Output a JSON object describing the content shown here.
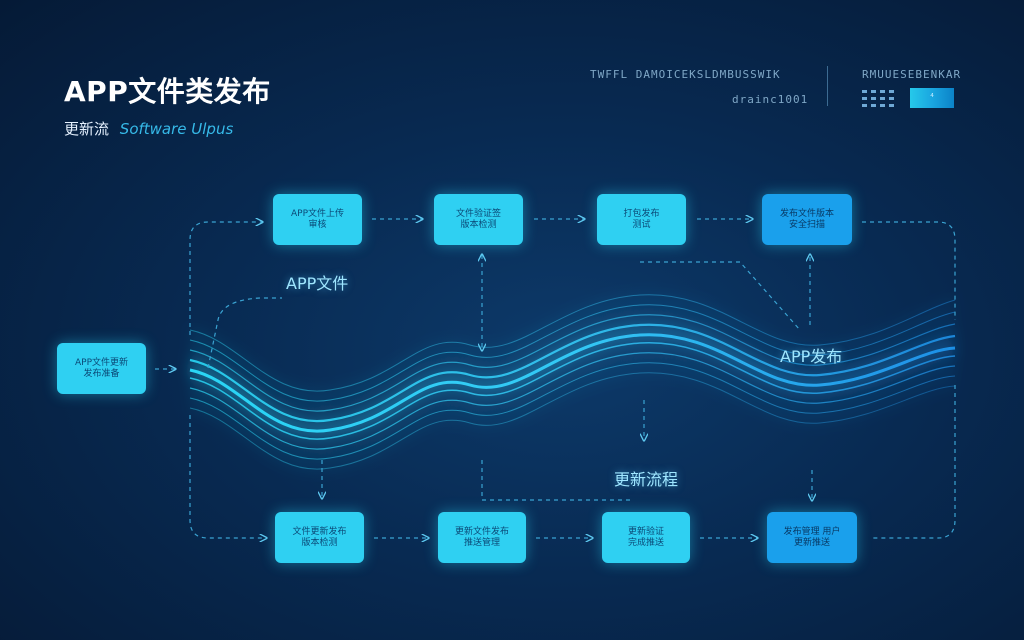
{
  "header": {
    "title": "APP文件类发布",
    "subtitle_cn": "更新流",
    "subtitle_en": "Software Ulpus",
    "top_right_text_1": "TWFFL DAMOICEKSLDMBUSSWIK",
    "top_right_text_2": "drainc1001",
    "badge_text": "RMUUESEBENKAR"
  },
  "flow": {
    "top_nodes": [
      {
        "text": "APP文件上传\n审核"
      },
      {
        "text": "文件验证签\n版本检测"
      },
      {
        "text": "打包发布\n测试"
      },
      {
        "text": "发布文件版本\n安全扫描"
      }
    ],
    "left_node": {
      "text": "APP文件更新\n发布准备"
    },
    "bottom_nodes": [
      {
        "text": "文件更新发布\n版本检测"
      },
      {
        "text": "更新文件发布\n推送管理"
      },
      {
        "text": "更新验证\n完成推送"
      },
      {
        "text": "发布管理 用户\n更新推送"
      }
    ],
    "labels": {
      "app_file": "APP文件",
      "app_release": "APP发布",
      "update_flow": "更新流程"
    }
  },
  "colors": {
    "background": "#082a52",
    "node_cyan": "#2fd0f2",
    "node_blue": "#1aa0ec",
    "wave": "#27c6f2",
    "connector": "#2c8fbf"
  }
}
